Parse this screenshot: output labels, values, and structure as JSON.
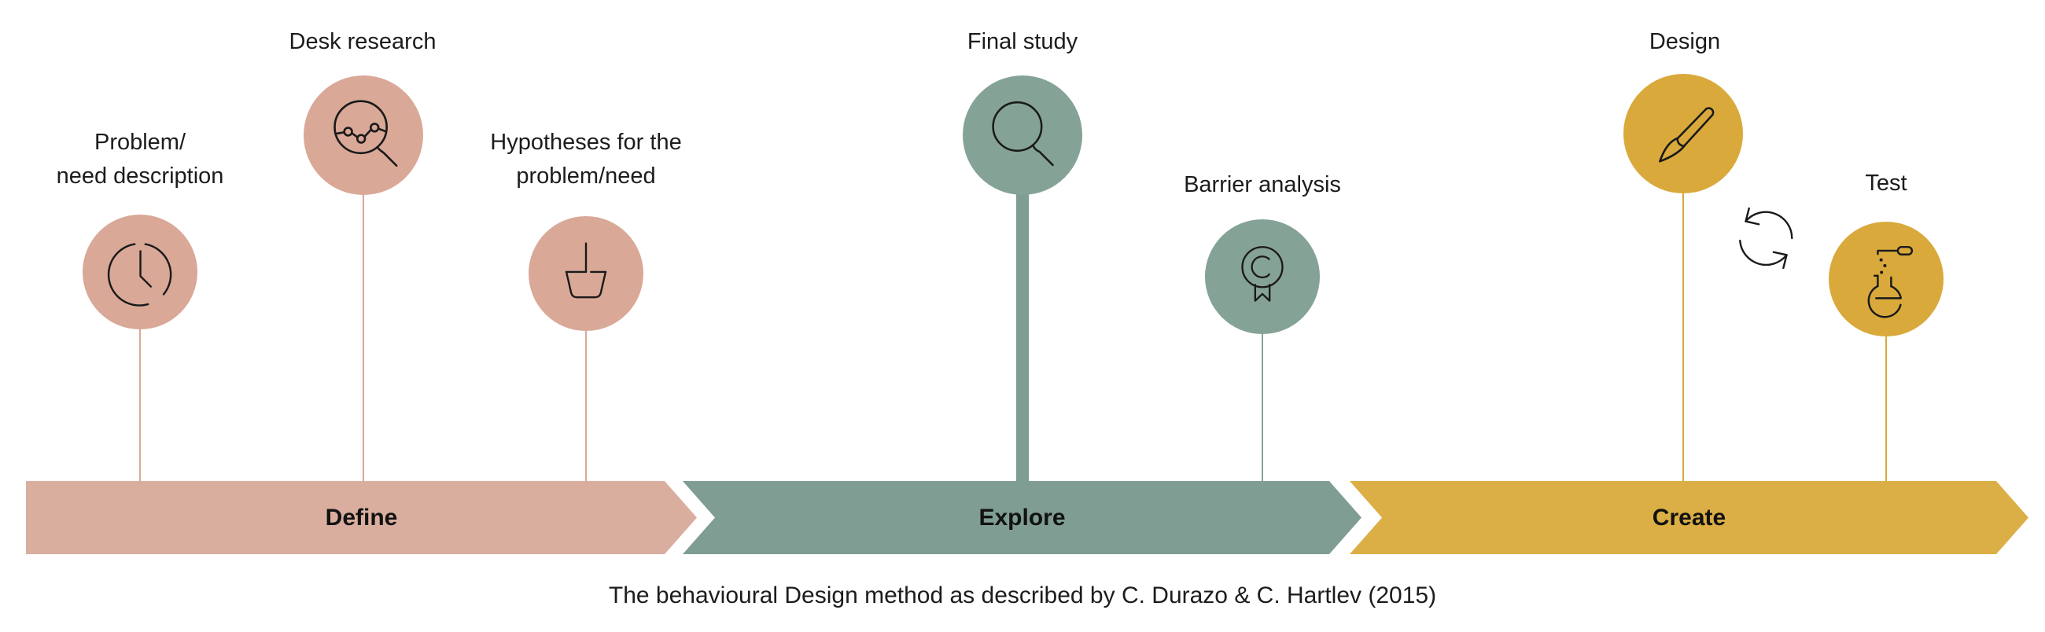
{
  "caption": "The behavioural Design method as described by C. Durazo & C. Hartlev (2015)",
  "colors": {
    "ink": "#1C1C1C",
    "pink_circle": "#D9A897",
    "pink_bar": "#DAAE9E",
    "teal_circle": "#85A296",
    "teal_bar": "#7F9D92",
    "gold_circle": "#D9A93C",
    "gold_bar": "#DBAF45"
  },
  "phases": [
    {
      "label": "Define",
      "color": "#DAAE9E"
    },
    {
      "label": "Explore",
      "color": "#7F9D92"
    },
    {
      "label": "Create",
      "color": "#DBAF45"
    }
  ],
  "milestones": [
    {
      "label": "Problem/\nneed description",
      "icon": "clock-icon",
      "phase": "Define"
    },
    {
      "label": "Desk research",
      "icon": "magnifier-chart-icon",
      "phase": "Define"
    },
    {
      "label": "Hypotheses for the\nproblem/need",
      "icon": "basket-icon",
      "phase": "Define"
    },
    {
      "label": "Final study",
      "icon": "magnifier-icon",
      "phase": "Explore"
    },
    {
      "label": "Barrier analysis",
      "icon": "award-ribbon-icon",
      "phase": "Explore"
    },
    {
      "label": "Design",
      "icon": "paintbrush-icon",
      "phase": "Create"
    },
    {
      "label": "Test",
      "icon": "flask-icon",
      "phase": "Create"
    }
  ],
  "loop_indicator": {
    "icon": "cycle-arrows-icon",
    "between": [
      "Design",
      "Test"
    ]
  }
}
